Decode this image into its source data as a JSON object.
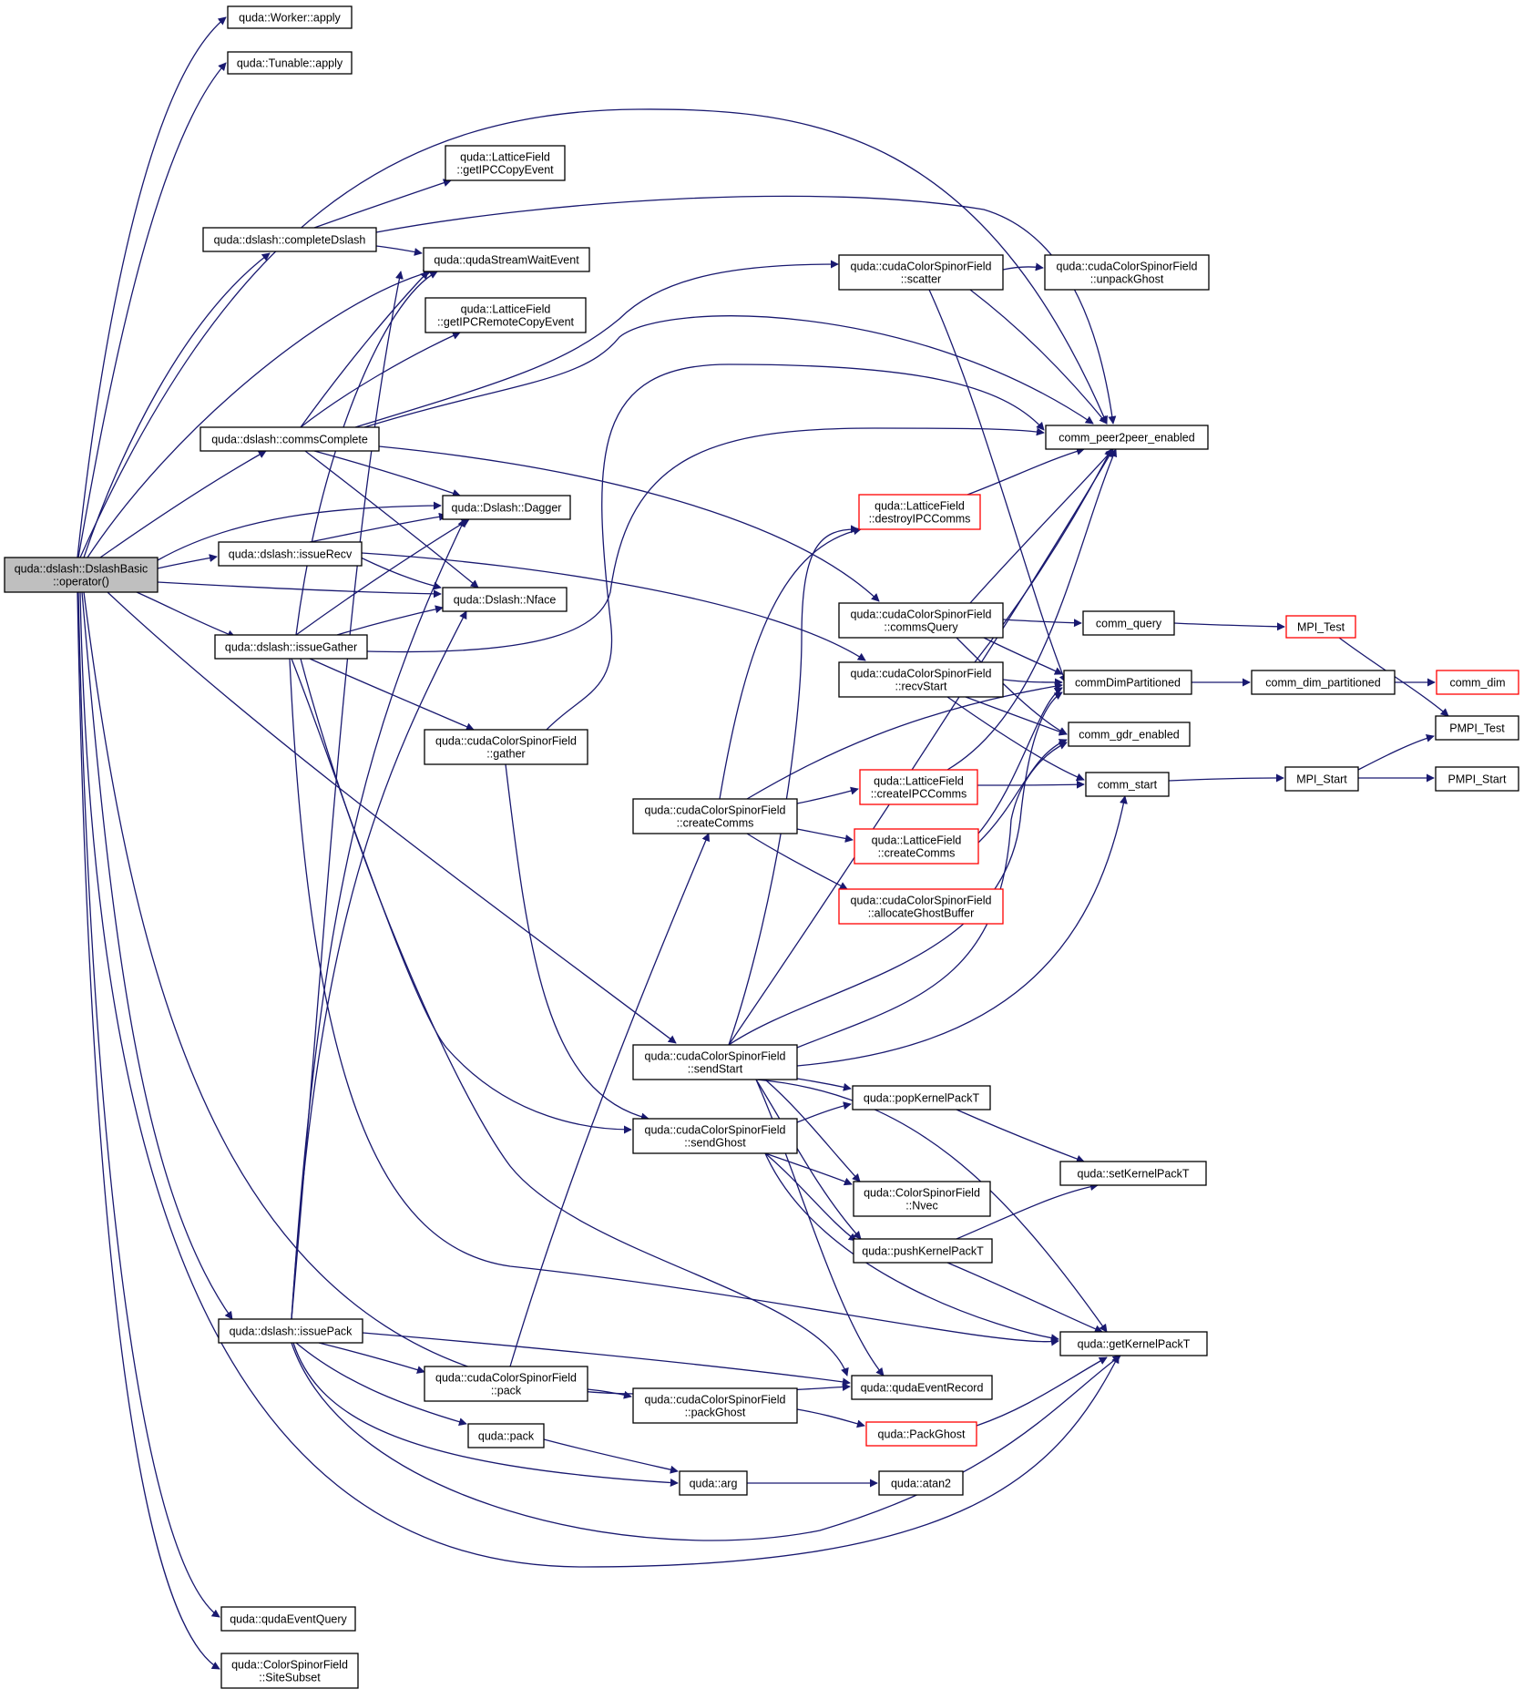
{
  "colors": {
    "edge": "#191970",
    "border": "#000000",
    "truncated_border": "#ff0000",
    "root_fill": "#bfbfbf",
    "node_fill": "#ffffff"
  },
  "nodes": [
    {
      "id": "root",
      "lines": [
        "quda::dslash::DslashBasic",
        "::operator()"
      ],
      "root": true
    },
    {
      "id": "worker",
      "lines": [
        "quda::Worker::apply"
      ]
    },
    {
      "id": "tunable",
      "lines": [
        "quda::Tunable::apply"
      ]
    },
    {
      "id": "ipccopy",
      "lines": [
        "quda::LatticeField",
        "::getIPCCopyEvent"
      ]
    },
    {
      "id": "completeDslash",
      "lines": [
        "quda::dslash::completeDslash"
      ]
    },
    {
      "id": "streamWait",
      "lines": [
        "quda::qudaStreamWaitEvent"
      ]
    },
    {
      "id": "ipcremote",
      "lines": [
        "quda::LatticeField",
        "::getIPCRemoteCopyEvent"
      ]
    },
    {
      "id": "commsComplete",
      "lines": [
        "quda::dslash::commsComplete"
      ]
    },
    {
      "id": "dagger",
      "lines": [
        "quda::Dslash::Dagger"
      ]
    },
    {
      "id": "issueRecv",
      "lines": [
        "quda::dslash::issueRecv"
      ]
    },
    {
      "id": "nface",
      "lines": [
        "quda::Dslash::Nface"
      ]
    },
    {
      "id": "issueGather",
      "lines": [
        "quda::dslash::issueGather"
      ]
    },
    {
      "id": "gather",
      "lines": [
        "quda::cudaColorSpinorField",
        "::gather"
      ]
    },
    {
      "id": "issuePack",
      "lines": [
        "quda::dslash::issuePack"
      ]
    },
    {
      "id": "eventQuery",
      "lines": [
        "quda::qudaEventQuery"
      ]
    },
    {
      "id": "siteSubset",
      "lines": [
        "quda::ColorSpinorField",
        "::SiteSubset"
      ]
    },
    {
      "id": "scatter",
      "lines": [
        "quda::cudaColorSpinorField",
        "::scatter"
      ]
    },
    {
      "id": "unpackGhost",
      "lines": [
        "quda::cudaColorSpinorField",
        "::unpackGhost"
      ]
    },
    {
      "id": "p2p",
      "lines": [
        "comm_peer2peer_enabled"
      ]
    },
    {
      "id": "destroyIPC",
      "lines": [
        "quda::LatticeField",
        "::destroyIPCComms"
      ],
      "truncated": true
    },
    {
      "id": "commsQuery",
      "lines": [
        "quda::cudaColorSpinorField",
        "::commsQuery"
      ]
    },
    {
      "id": "commQuery",
      "lines": [
        "comm_query"
      ]
    },
    {
      "id": "mpiTest",
      "lines": [
        "MPI_Test"
      ],
      "truncated": true
    },
    {
      "id": "recvStart",
      "lines": [
        "quda::cudaColorSpinorField",
        "::recvStart"
      ]
    },
    {
      "id": "dimPart",
      "lines": [
        "commDimPartitioned"
      ]
    },
    {
      "id": "commDimPart",
      "lines": [
        "comm_dim_partitioned"
      ]
    },
    {
      "id": "commDim",
      "lines": [
        "comm_dim"
      ],
      "truncated": true
    },
    {
      "id": "pmpiTest",
      "lines": [
        "PMPI_Test"
      ]
    },
    {
      "id": "gdr",
      "lines": [
        "comm_gdr_enabled"
      ]
    },
    {
      "id": "createIPC",
      "lines": [
        "quda::LatticeField",
        "::createIPCComms"
      ],
      "truncated": true
    },
    {
      "id": "commStart",
      "lines": [
        "comm_start"
      ]
    },
    {
      "id": "mpiStart",
      "lines": [
        "MPI_Start"
      ]
    },
    {
      "id": "pmpiStart",
      "lines": [
        "PMPI_Start"
      ]
    },
    {
      "id": "createCommsCSF",
      "lines": [
        "quda::cudaColorSpinorField",
        "::createComms"
      ]
    },
    {
      "id": "createCommsLF",
      "lines": [
        "quda::LatticeField",
        "::createComms"
      ],
      "truncated": true
    },
    {
      "id": "allocGhost",
      "lines": [
        "quda::cudaColorSpinorField",
        "::allocateGhostBuffer"
      ],
      "truncated": true
    },
    {
      "id": "sendStart",
      "lines": [
        "quda::cudaColorSpinorField",
        "::sendStart"
      ]
    },
    {
      "id": "popKernel",
      "lines": [
        "quda::popKernelPackT"
      ]
    },
    {
      "id": "sendGhost",
      "lines": [
        "quda::cudaColorSpinorField",
        "::sendGhost"
      ]
    },
    {
      "id": "setKernel",
      "lines": [
        "quda::setKernelPackT"
      ]
    },
    {
      "id": "nvec",
      "lines": [
        "quda::ColorSpinorField",
        "::Nvec"
      ]
    },
    {
      "id": "pushKernel",
      "lines": [
        "quda::pushKernelPackT"
      ]
    },
    {
      "id": "getKernel",
      "lines": [
        "quda::getKernelPackT"
      ]
    },
    {
      "id": "packCSF",
      "lines": [
        "quda::cudaColorSpinorField",
        "::pack"
      ]
    },
    {
      "id": "eventRecord",
      "lines": [
        "quda::qudaEventRecord"
      ]
    },
    {
      "id": "packGhost",
      "lines": [
        "quda::cudaColorSpinorField",
        "::packGhost"
      ]
    },
    {
      "id": "packGhostRed",
      "lines": [
        "quda::PackGhost"
      ],
      "truncated": true
    },
    {
      "id": "pack",
      "lines": [
        "quda::pack"
      ]
    },
    {
      "id": "arg",
      "lines": [
        "quda::arg"
      ]
    },
    {
      "id": "atan2",
      "lines": [
        "quda::atan2"
      ]
    }
  ]
}
